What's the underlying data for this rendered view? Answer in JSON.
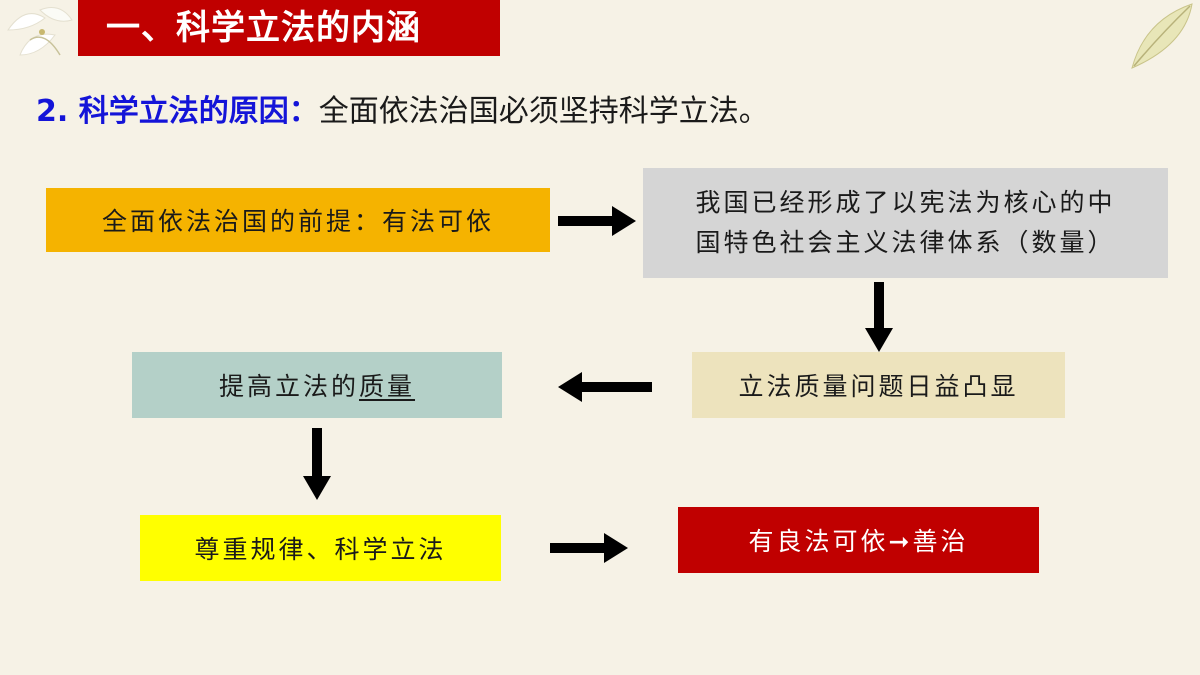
{
  "header": {
    "title": "一、科学立法的内涵"
  },
  "subtitle": {
    "label": "2. 科学立法的原因：",
    "text": "全面依法治国必须坚持科学立法。"
  },
  "diagram": {
    "premise": "全面依法治国的前提：有法可依",
    "system_line1": "我国已经形成了以宪法为核心的中",
    "system_line2": "国特色社会主义法律体系（数量）",
    "quality_issue": "立法质量问题日益凸显",
    "improve_prefix": "提高立法的",
    "improve_underlined": "质量",
    "respect_law": "尊重规律、科学立法",
    "good_law": "有良法可依➞善治"
  },
  "colors": {
    "title_bg": "#c00000",
    "subtitle_label": "#1414d8",
    "premise_bg": "#f5b300",
    "system_bg": "#d5d5d5",
    "improve_bg": "#b4d0c8",
    "issue_bg": "#ede3bd",
    "respect_bg": "#ffff00",
    "good_law_bg": "#c00000"
  }
}
